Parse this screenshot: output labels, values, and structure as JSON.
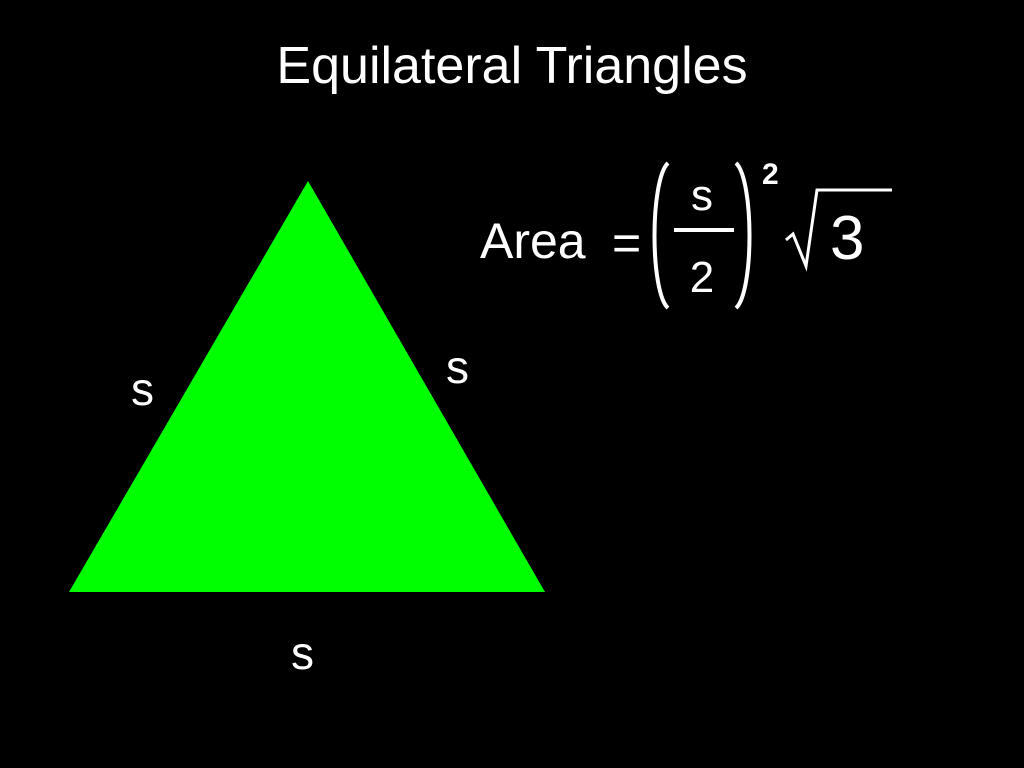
{
  "title": "Equilateral Triangles",
  "triangle": {
    "fill_color": "#00ff00",
    "labels": {
      "left": "s",
      "right": "s",
      "bottom": "s"
    }
  },
  "formula": {
    "lhs": "Area",
    "equals": "=",
    "numerator": "s",
    "denominator": "2",
    "exponent": "2",
    "radicand": "3"
  },
  "colors": {
    "background": "#000000",
    "text": "#ffffff",
    "triangle": "#00ff00"
  }
}
